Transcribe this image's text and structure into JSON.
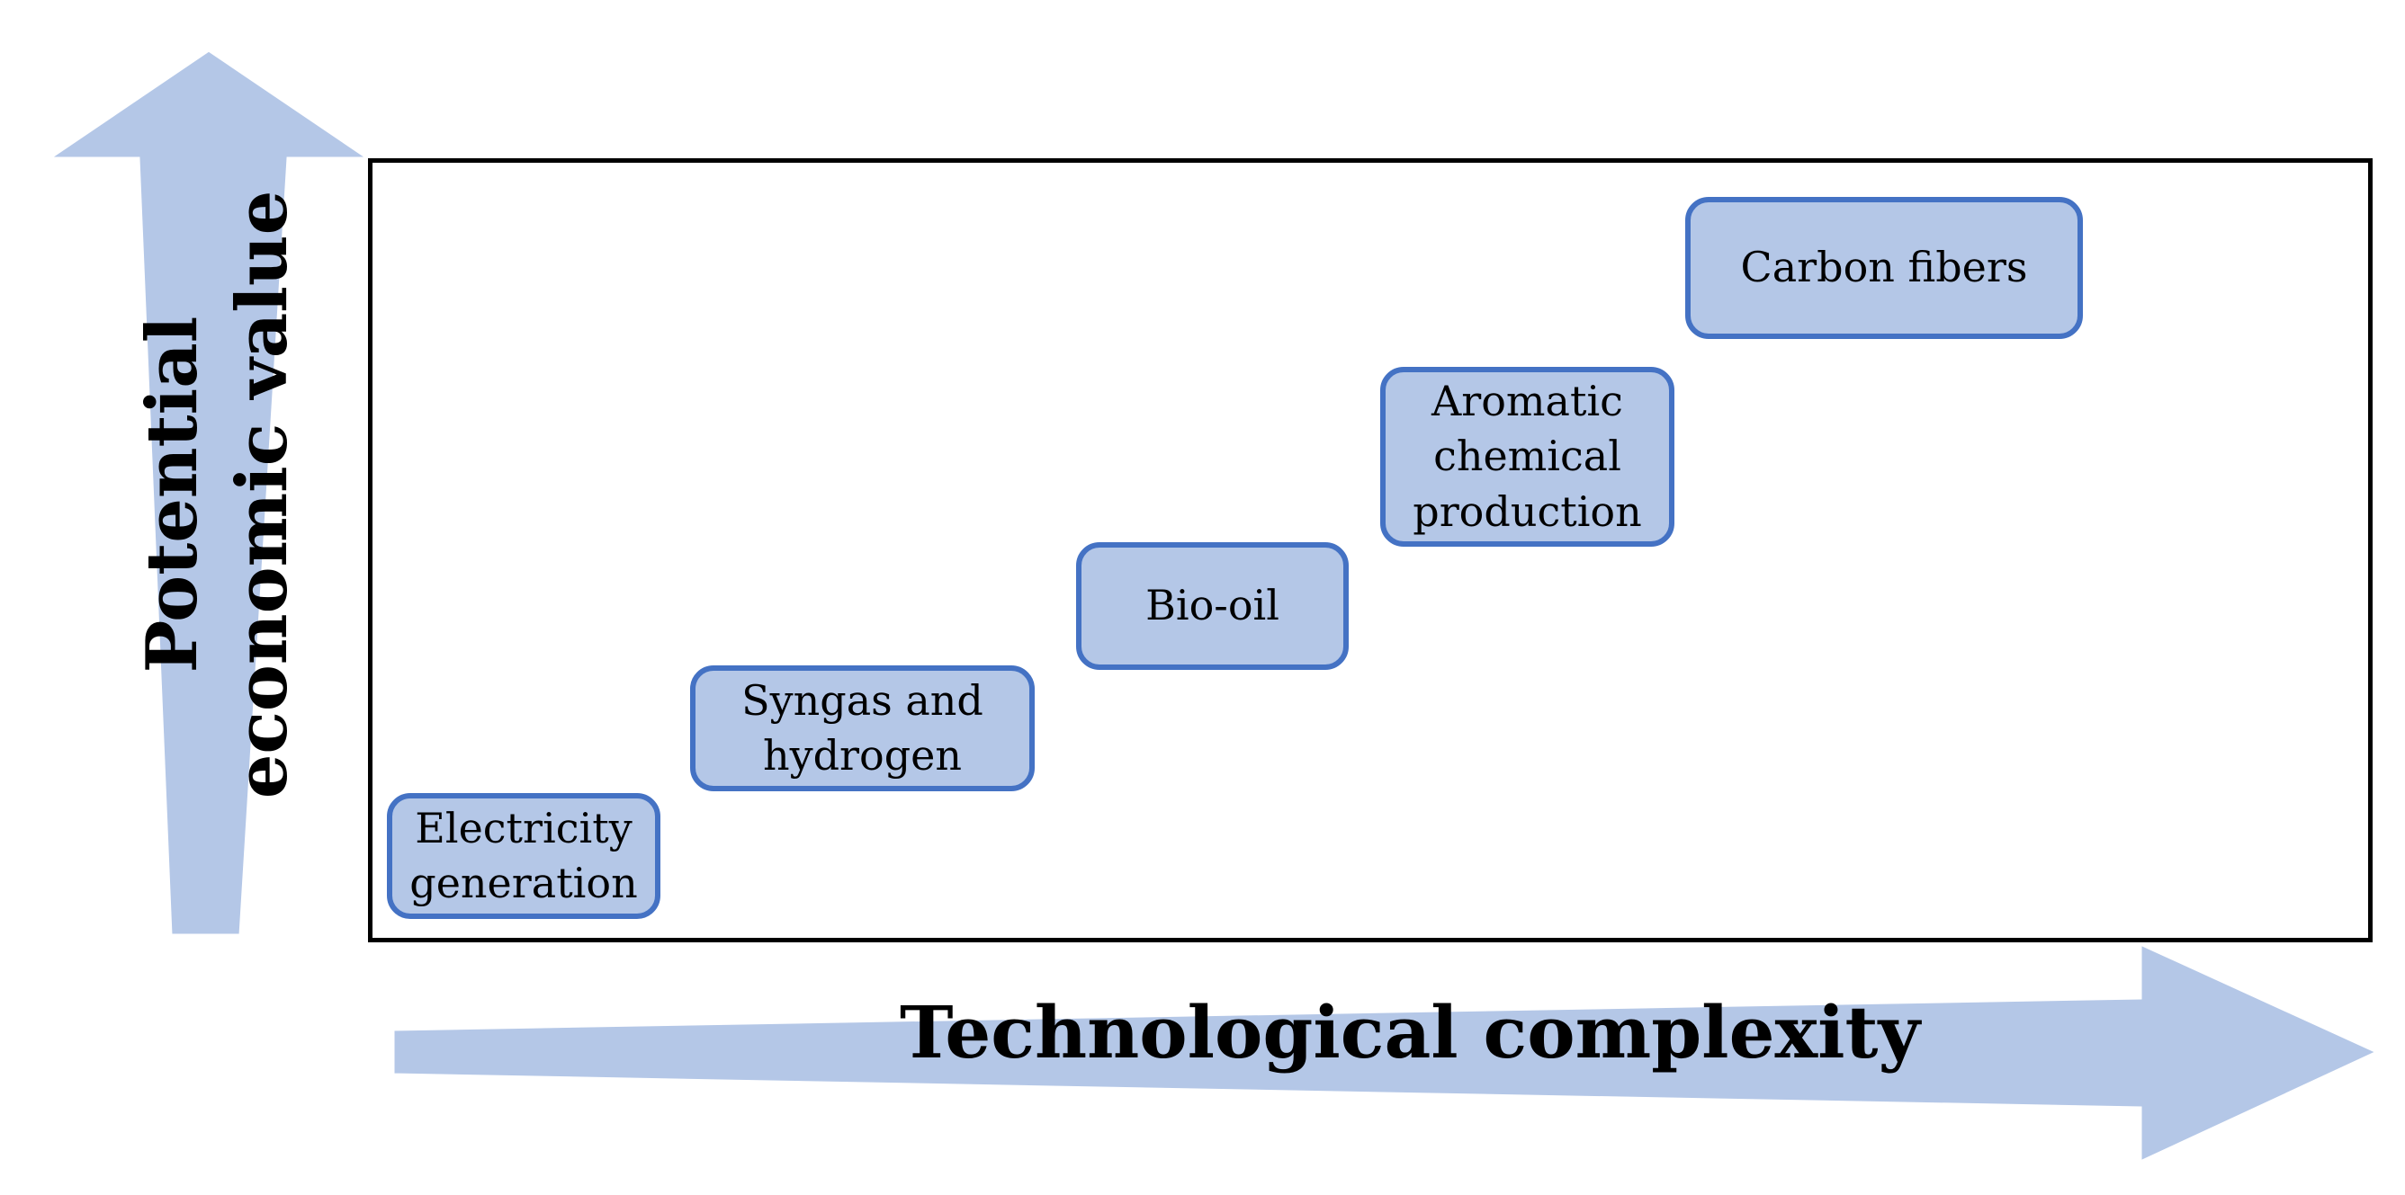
{
  "axes": {
    "y_label": "Potential\neconomic value",
    "x_label": "Technological complexity"
  },
  "boxes": [
    {
      "id": "electricity",
      "label": "Electricity\ngeneration"
    },
    {
      "id": "syngas",
      "label": "Syngas and\nhydrogen"
    },
    {
      "id": "biooil",
      "label": "Bio-oil"
    },
    {
      "id": "aromatic",
      "label": "Aromatic\nchemical\nproduction"
    },
    {
      "id": "carbon",
      "label": "Carbon fibers"
    }
  ],
  "colors": {
    "arrow_fill": "#b4c7e7",
    "box_fill": "#b4c7e7",
    "box_border": "#4472c4",
    "frame": "#000000"
  }
}
